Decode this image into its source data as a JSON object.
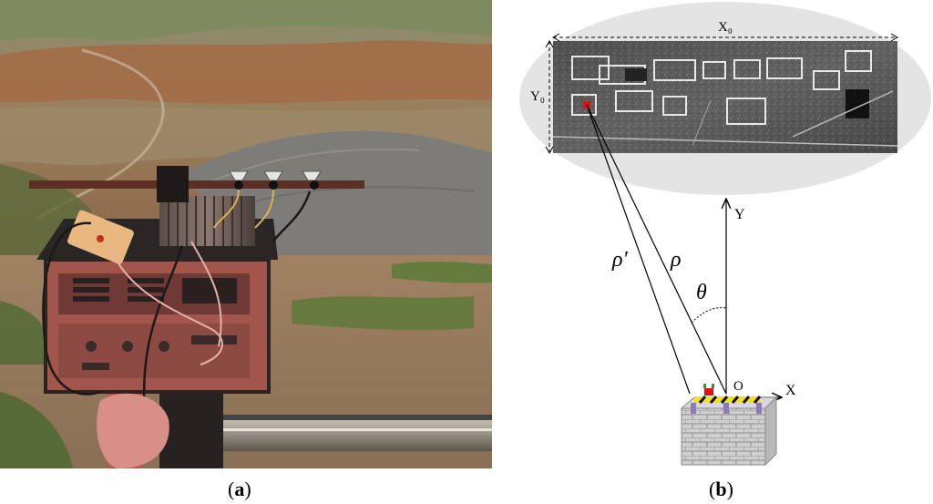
{
  "panel_a": {
    "caption_open": "(",
    "caption_letter": "a",
    "caption_close": ")"
  },
  "panel_b": {
    "caption_open": "(",
    "caption_letter": "b",
    "caption_close": ")",
    "labels": {
      "x0": "X₀",
      "y0": "Y₀",
      "y_axis": "Y",
      "x_axis": "X",
      "origin": "O",
      "rho": "ρ",
      "rho_prime": "ρ'",
      "theta": "θ"
    }
  },
  "colors": {
    "ellipse_fill": "#e4e4e4",
    "brick": "#c8c8c8",
    "radar_stripe_yellow": "#f2e21a",
    "target_marker": "#e01010",
    "leg_purple": "#8a7ab8"
  }
}
